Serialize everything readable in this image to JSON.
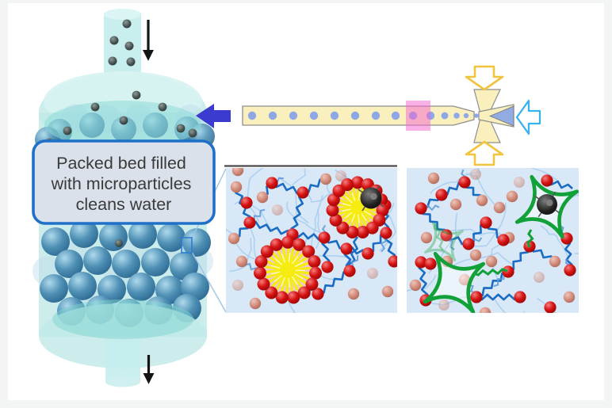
{
  "packed_bed": {
    "label": {
      "text": "Packed bed filled with microparticles cleans water",
      "lines": [
        "Packed bed filled",
        "with microparticles",
        "cleans water"
      ]
    },
    "icons": {
      "inlet": "black-down-arrow",
      "outlet": "black-down-arrow",
      "feed": "blue-left-arrow",
      "zoom_marker": "zoom-region-marker"
    }
  },
  "droplet_generator": {
    "icons": {
      "top_inlet": "yellow-down-block-arrow",
      "bottom_inlet": "yellow-up-block-arrow",
      "side_inlet": "cyan-left-block-arrow",
      "cure_zone": "pink-highlight-box"
    }
  },
  "panels": {
    "left": "micelle-loaded-microgel-network",
    "right": "host-molecule-microgel-network"
  },
  "colors": {
    "frame": "#f3f4f4",
    "canvas": "#ffffff",
    "tank": "#bfe8e7",
    "tankLight": "#d8f3f2",
    "water": "#8edbd8",
    "tankDeep": "#7fd3d0",
    "sphereBlue": "#3e85ad",
    "contaminant": "#46504f",
    "labelFill": "#dbe1ea",
    "labelBorder": "#1e70c8",
    "labelText": "#3a3a3a",
    "black": "#141414",
    "feedArrow": "#3b3bd0",
    "channelFill": "#f9f0bd",
    "channelStroke": "#8e8e8e",
    "droplet": "#8ea7e6",
    "pinkZone": "#f563d1",
    "yellowArrow": "#f2c33c",
    "cyanArrow": "#38b3f0",
    "dispersedPhase": "#93abe3",
    "panelBg": "#d9e8f7",
    "chain": "#1a6cc4",
    "chainFaint": "#a8ceee",
    "red": "#ce0f0f",
    "salmon": "#d28e7e",
    "micelleYellow": "#f7ec12",
    "micelleShell": "#ecc9d3",
    "particleBlack": "#262626",
    "green": "#12a139",
    "callout": "#9cc4e4",
    "panelLine": "#4b4b4b"
  }
}
